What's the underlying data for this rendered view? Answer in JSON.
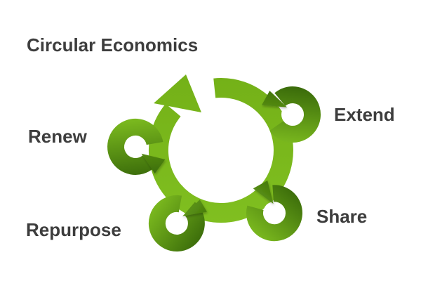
{
  "title": "Circular Economics",
  "diagram": {
    "type": "cycle",
    "description": "central clockwise ring arrow with four small counterclockwise loop arrows attached",
    "nodes": [
      {
        "label": "Extend",
        "position": "top-right"
      },
      {
        "label": "Share",
        "position": "bottom-right"
      },
      {
        "label": "Repurpose",
        "position": "bottom-left"
      },
      {
        "label": "Renew",
        "position": "left"
      }
    ],
    "colors": {
      "ring_green_top": "#74b118",
      "ring_green_bottom": "#80bf20",
      "loop_dark_green": "#3a6b0a",
      "loop_bright_green": "#79b71e",
      "text": "#3d3d3d",
      "background": "#ffffff"
    }
  }
}
